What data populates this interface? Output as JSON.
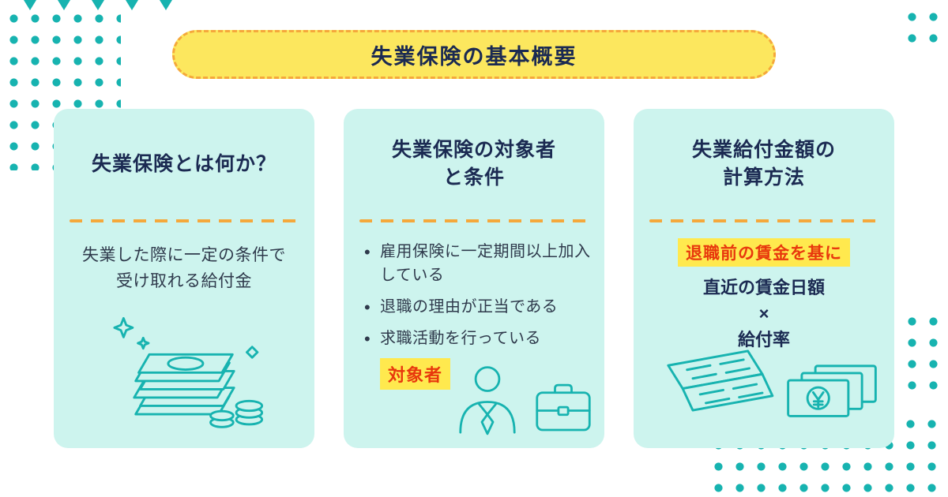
{
  "title": "失業保険の基本概要",
  "cards": [
    {
      "heading_lines": [
        "失業保険とは何か？"
      ],
      "body_lines": [
        "失業した際に一定の条件で",
        "受け取れる給付金"
      ],
      "icon": "money-stack-icon"
    },
    {
      "heading_lines": [
        "失業保険の対象者",
        "と条件"
      ],
      "bullets": [
        "雇用保険に一定期間以上加入している",
        "退職の理由が正当である",
        "求職活動を行っている"
      ],
      "badge_label": "対象者",
      "icons": [
        "worker-icon",
        "briefcase-icon"
      ]
    },
    {
      "heading_lines": [
        "失業給付金額の",
        "計算方法"
      ],
      "highlight": "退職前の賃金を基に",
      "formula_lines": [
        "直近の賃金日額",
        "×",
        "給付率"
      ],
      "icons": [
        "wallet-icon",
        "yen-banknotes-icon"
      ]
    }
  ],
  "colors": {
    "teal": "#17B3B0",
    "card_bg": "#CDF4EE",
    "title_bg": "#FCE75E",
    "highlight_bg": "#FFE94E",
    "accent_orange": "#F5A83B",
    "text_dark": "#1B2A52",
    "text_body": "#2F3A4C",
    "text_red": "#E8380D"
  }
}
